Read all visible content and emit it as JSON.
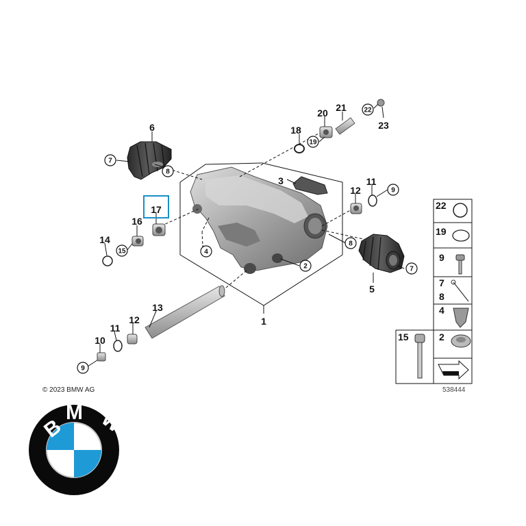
{
  "diagram": {
    "part_labels": {
      "p1": "1",
      "p2": "2",
      "p3": "3",
      "p4": "4",
      "p5": "5",
      "p6": "6",
      "p7a": "7",
      "p7b": "7",
      "p8a": "8",
      "p8b": "8",
      "p9a": "9",
      "p9b": "9",
      "p10": "10",
      "p11a": "11",
      "p11b": "11",
      "p12a": "12",
      "p12b": "12",
      "p13": "13",
      "p14": "14",
      "p15": "15",
      "p16": "16",
      "p17": "17",
      "p18": "18",
      "p19": "19",
      "p20": "20",
      "p21": "21",
      "p22": "22",
      "p23": "23"
    },
    "highlighted_part": "17",
    "highlight_color": "#1a8fc4"
  },
  "legend": {
    "items": [
      {
        "num": "22"
      },
      {
        "num": "19"
      },
      {
        "num": "9"
      },
      {
        "num": "7",
        "num2": "8"
      },
      {
        "num": "4"
      },
      {
        "num": "15"
      },
      {
        "num": "2"
      }
    ]
  },
  "footer": {
    "copyright": "© 2023 BMW AG",
    "doc_number": "538444"
  },
  "logo": {
    "letters": [
      "B",
      "M",
      "W"
    ],
    "colors": {
      "blue": "#1e9ad6",
      "black": "#0a0a0a",
      "white": "#ffffff"
    }
  }
}
